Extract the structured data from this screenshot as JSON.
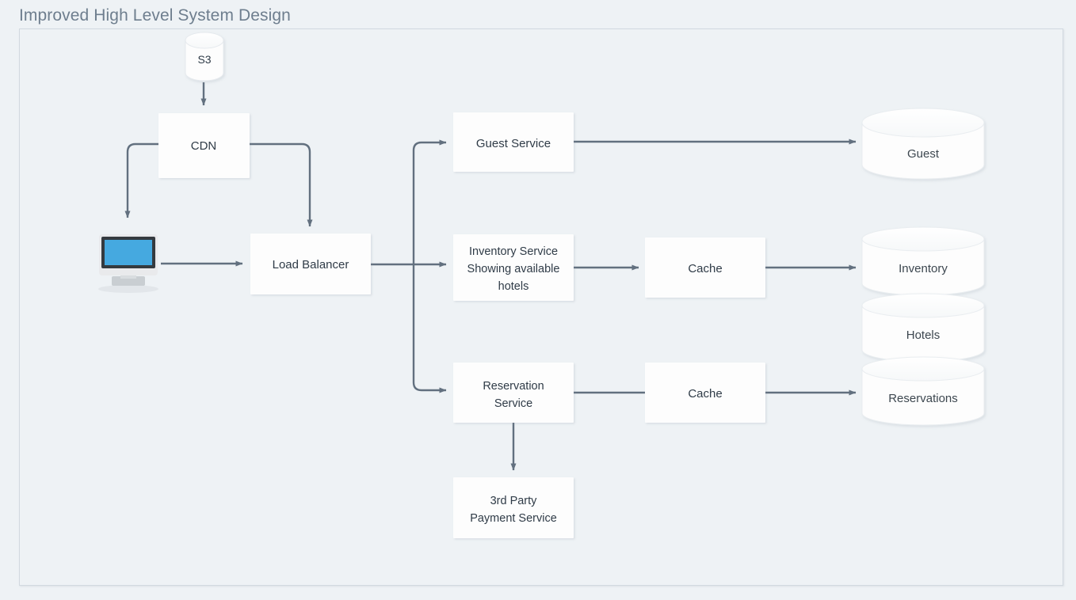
{
  "title": "Improved High Level System Design",
  "colors": {
    "background": "#eef2f5",
    "frame_border": "#d2d9e0",
    "box_fill": "#fdfdfd",
    "connector": "#62707f",
    "text": "#2f3b47",
    "title_text": "#6e7e8e",
    "monitor_screen": "#45a9e0",
    "monitor_bezel": "#333333",
    "monitor_frame": "#e8e8e8",
    "db_fill": "#fdfdfd",
    "db_stroke": "#e2e6ea"
  },
  "nodes": {
    "s3": {
      "label": "S3",
      "type": "database"
    },
    "cdn": {
      "label": "CDN",
      "type": "box"
    },
    "client": {
      "label": "",
      "type": "monitor-icon"
    },
    "load_balancer": {
      "label": "Load Balancer",
      "type": "box"
    },
    "guest_service": {
      "label": "Guest Service",
      "type": "box"
    },
    "inventory_service": {
      "type": "box",
      "lines": [
        "Inventory  Service",
        "Showing available",
        "hotels"
      ]
    },
    "reservation_service": {
      "type": "box",
      "lines": [
        "Reservation",
        "Service"
      ]
    },
    "payment_service": {
      "type": "box",
      "lines": [
        "3rd Party",
        "Payment  Service"
      ]
    },
    "inventory_cache": {
      "label": "Cache",
      "type": "box"
    },
    "reservation_cache": {
      "label": "Cache",
      "type": "box"
    },
    "guest_db": {
      "label": "Guest",
      "type": "database"
    },
    "inventory_db": {
      "label": "Inventory",
      "type": "database"
    },
    "hotels_db": {
      "label": "Hotels",
      "type": "database"
    },
    "reservations_db": {
      "label": "Reservations",
      "type": "database"
    }
  },
  "edges": [
    {
      "from": "s3",
      "to": "cdn",
      "arrowhead": true
    },
    {
      "from": "cdn",
      "to": "client",
      "arrowhead": true
    },
    {
      "from": "cdn",
      "to": "load_balancer",
      "arrowhead": true
    },
    {
      "from": "client",
      "to": "load_balancer",
      "arrowhead": true
    },
    {
      "from": "load_balancer",
      "to": "guest_service",
      "arrowhead": true
    },
    {
      "from": "load_balancer",
      "to": "inventory_service",
      "arrowhead": true
    },
    {
      "from": "load_balancer",
      "to": "reservation_service",
      "arrowhead": true
    },
    {
      "from": "guest_service",
      "to": "guest_db",
      "arrowhead": true
    },
    {
      "from": "inventory_service",
      "to": "inventory_cache",
      "arrowhead": true
    },
    {
      "from": "inventory_cache",
      "to": "inventory_db",
      "arrowhead": true
    },
    {
      "from": "reservation_service",
      "to": "reservation_cache",
      "arrowhead": false
    },
    {
      "from": "reservation_cache",
      "to": "reservations_db",
      "arrowhead": true
    },
    {
      "from": "reservation_service",
      "to": "payment_service",
      "arrowhead": true
    }
  ]
}
